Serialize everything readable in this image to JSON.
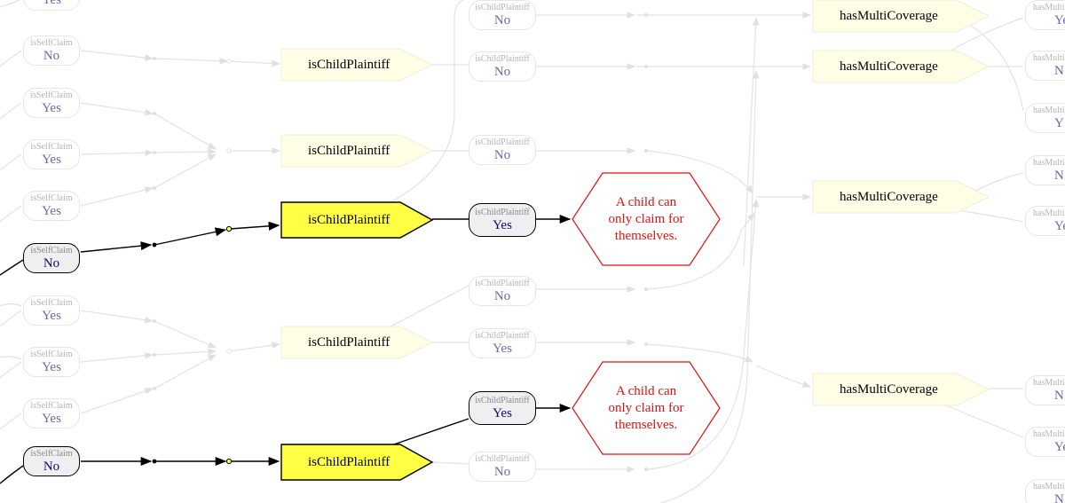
{
  "diagram": {
    "colors": {
      "inactive_question_fill": "#fefde6",
      "active_question_fill": "#ffff44",
      "active_answer_fill": "#efeff2",
      "answer_text": "#0a0a6a",
      "outcome_text": "#e11111",
      "inactive_edge": "#e3e3e3",
      "active_edge": "#000000"
    },
    "answer_nodes": [
      {
        "id": "a1",
        "variable": "isSelfClaim",
        "value": "Yes",
        "active": false
      },
      {
        "id": "a2",
        "variable": "isSelfClaim",
        "value": "No",
        "active": false
      },
      {
        "id": "a3",
        "variable": "isSelfClaim",
        "value": "Yes",
        "active": false
      },
      {
        "id": "a4",
        "variable": "isSelfClaim",
        "value": "Yes",
        "active": false
      },
      {
        "id": "a5",
        "variable": "isSelfClaim",
        "value": "Yes",
        "active": false
      },
      {
        "id": "a6",
        "variable": "isSelfClaim",
        "value": "No",
        "active": true
      },
      {
        "id": "a7",
        "variable": "isSelfClaim",
        "value": "Yes",
        "active": false
      },
      {
        "id": "a8",
        "variable": "isSelfClaim",
        "value": "Yes",
        "active": false
      },
      {
        "id": "a9",
        "variable": "isSelfClaim",
        "value": "Yes",
        "active": false
      },
      {
        "id": "a10",
        "variable": "isSelfClaim",
        "value": "No",
        "active": true
      },
      {
        "id": "b1",
        "variable": "isChildPlaintiff",
        "value": "No",
        "active": false
      },
      {
        "id": "b2",
        "variable": "isChildPlaintiff",
        "value": "No",
        "active": false
      },
      {
        "id": "b3",
        "variable": "isChildPlaintiff",
        "value": "No",
        "active": false
      },
      {
        "id": "b4",
        "variable": "isChildPlaintiff",
        "value": "Yes",
        "active": true
      },
      {
        "id": "b5",
        "variable": "isChildPlaintiff",
        "value": "No",
        "active": false
      },
      {
        "id": "b6",
        "variable": "isChildPlaintiff",
        "value": "Yes",
        "active": false
      },
      {
        "id": "b7",
        "variable": "isChildPlaintiff",
        "value": "Yes",
        "active": true
      },
      {
        "id": "b8",
        "variable": "isChildPlaintiff",
        "value": "No",
        "active": false
      },
      {
        "id": "c1",
        "variable": "hasMultiC",
        "value": "Ye",
        "active": false
      },
      {
        "id": "c2",
        "variable": "hasMultiC",
        "value": "N",
        "active": false
      },
      {
        "id": "c3",
        "variable": "hasMultiC",
        "value": "Y",
        "active": false
      },
      {
        "id": "c4",
        "variable": "hasMultiC",
        "value": "N",
        "active": false
      },
      {
        "id": "c5",
        "variable": "hasMultiC",
        "value": "Yes",
        "active": false
      },
      {
        "id": "c6",
        "variable": "hasMultiC",
        "value": "N",
        "active": false
      },
      {
        "id": "c7",
        "variable": "hasMultiC",
        "value": "Ye",
        "active": false
      },
      {
        "id": "c8",
        "variable": "hasMultiC",
        "value": "N",
        "active": false
      }
    ],
    "question_nodes": [
      {
        "id": "q1",
        "label": "isChildPlaintiff",
        "active": false
      },
      {
        "id": "q2",
        "label": "isChildPlaintiff",
        "active": false
      },
      {
        "id": "q3",
        "label": "isChildPlaintiff",
        "active": true
      },
      {
        "id": "q4",
        "label": "isChildPlaintiff",
        "active": false
      },
      {
        "id": "q5",
        "label": "isChildPlaintiff",
        "active": true
      },
      {
        "id": "m1",
        "label": "hasMultiCoverage",
        "active": false
      },
      {
        "id": "m2",
        "label": "hasMultiCoverage",
        "active": false
      },
      {
        "id": "m3",
        "label": "hasMultiCoverage",
        "active": false
      },
      {
        "id": "m4",
        "label": "hasMultiCoverage",
        "active": false
      }
    ],
    "outcomes": [
      {
        "id": "o1",
        "text": "A child can only claim for themselves."
      },
      {
        "id": "o2",
        "text": "A child can only claim for themselves."
      }
    ],
    "top_partial_value": "Yes"
  }
}
